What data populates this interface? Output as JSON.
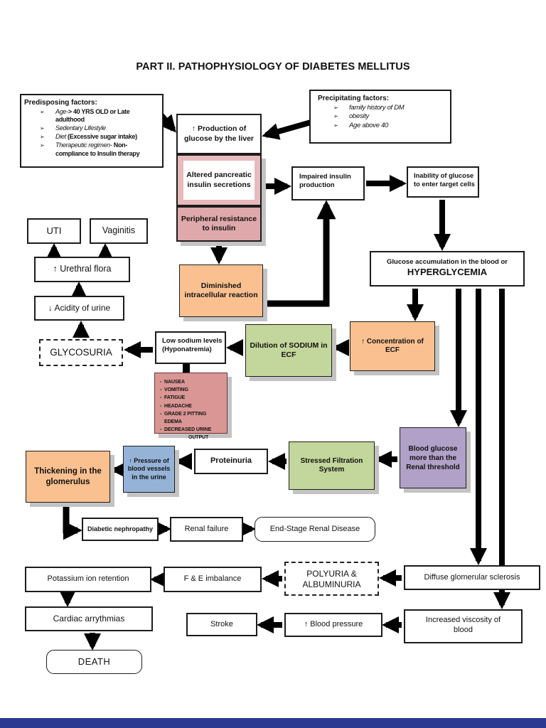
{
  "title": "PART II. PATHOPHYSIOLOGY OF DIABETES MELLITUS",
  "icons": {
    "bullet": "➢",
    "dash": "-"
  },
  "predisposing": {
    "header": "Predisposing factors:",
    "items": [
      {
        "em": "Age-",
        "strong": "> 40 YRS OLD or Late adulthood"
      },
      {
        "em": "Sedentary Lifestyle",
        "strong": ""
      },
      {
        "em": "Diet ",
        "strong": "(Excessive sugar intake)"
      },
      {
        "em": "Therapeutic regimen-",
        "strong": " Non-compliance to Insulin therapy"
      }
    ]
  },
  "precipitating": {
    "header": "Precipitating factors:",
    "items": [
      "family history of DM",
      "obesity",
      "Age above 40"
    ]
  },
  "nodes": {
    "production": "↑ Production of glucose by the liver",
    "altered": "Altered pancreatic insulin secretions",
    "peripheral": "Peripheral resistance to insulin",
    "impaired": {
      "line1": "Impaired insulin",
      "line2": "production"
    },
    "inability": {
      "line1": "Inability of glucose",
      "line2": "to enter target cells"
    },
    "hyperglycemia": {
      "line1": "Glucose accumulation in the blood or",
      "line2": "HYPERGLYCEMIA"
    },
    "uti": "UTI",
    "vaginitis": "Vaginitis",
    "urethral": "↑ Urethral flora",
    "acidity": "↓ Acidity of urine",
    "glycosuria": "GLYCOSURIA",
    "low_sodium": {
      "line1": "Low sodium levels",
      "line2": "(Hyponatremia)"
    },
    "dilution": "Dilution of SODIUM in ECF",
    "concentration": "↑ Concentration of ECF",
    "diminished": "Diminished intracellular reaction",
    "blood_glucose": "Blood glucose more than the Renal threshold",
    "stressed": "Stressed Filtration System",
    "proteinuria": "Proteinuria",
    "pressure": "↑ Pressure of blood vessels in the urine",
    "thickening": "Thickening in the glomerulus",
    "nephropathy": "Diabetic nephropathy",
    "renal_failure": "Renal failure",
    "end_stage": "End-Stage Renal Disease",
    "potassium": "Potassium ion retention",
    "fe_imbalance": "F & E imbalance",
    "polyuria": {
      "line1": "POLYURIA &",
      "line2": "ALBUMINURIA"
    },
    "sclerosis": "Diffuse glomerular sclerosis",
    "cardiac": "Cardiac arrythmias",
    "stroke": "Stroke",
    "blood_pressure": "↑ Blood pressure",
    "viscosity": {
      "line1": "Increased viscosity of",
      "line2": "blood"
    },
    "death": "DEATH"
  },
  "nausea": {
    "items": [
      "NAUSEA",
      "VOMITING",
      "FATIGUE",
      "HEADACHE",
      "GRADE 2 PITTING EDEMA",
      "DECREASED URINE",
      "OUTPUT"
    ]
  },
  "colors": {
    "orange": "#FAC090",
    "green": "#C3D69B",
    "purple": "#B1A0C7",
    "blue": "#95B3D7",
    "pink_light": "#E7BABC",
    "pink": "#DFA8AA",
    "rose": "#D99694",
    "shadow": "#C3C3C3",
    "footer_bar": "#2B3990",
    "arrow": "#000000"
  }
}
